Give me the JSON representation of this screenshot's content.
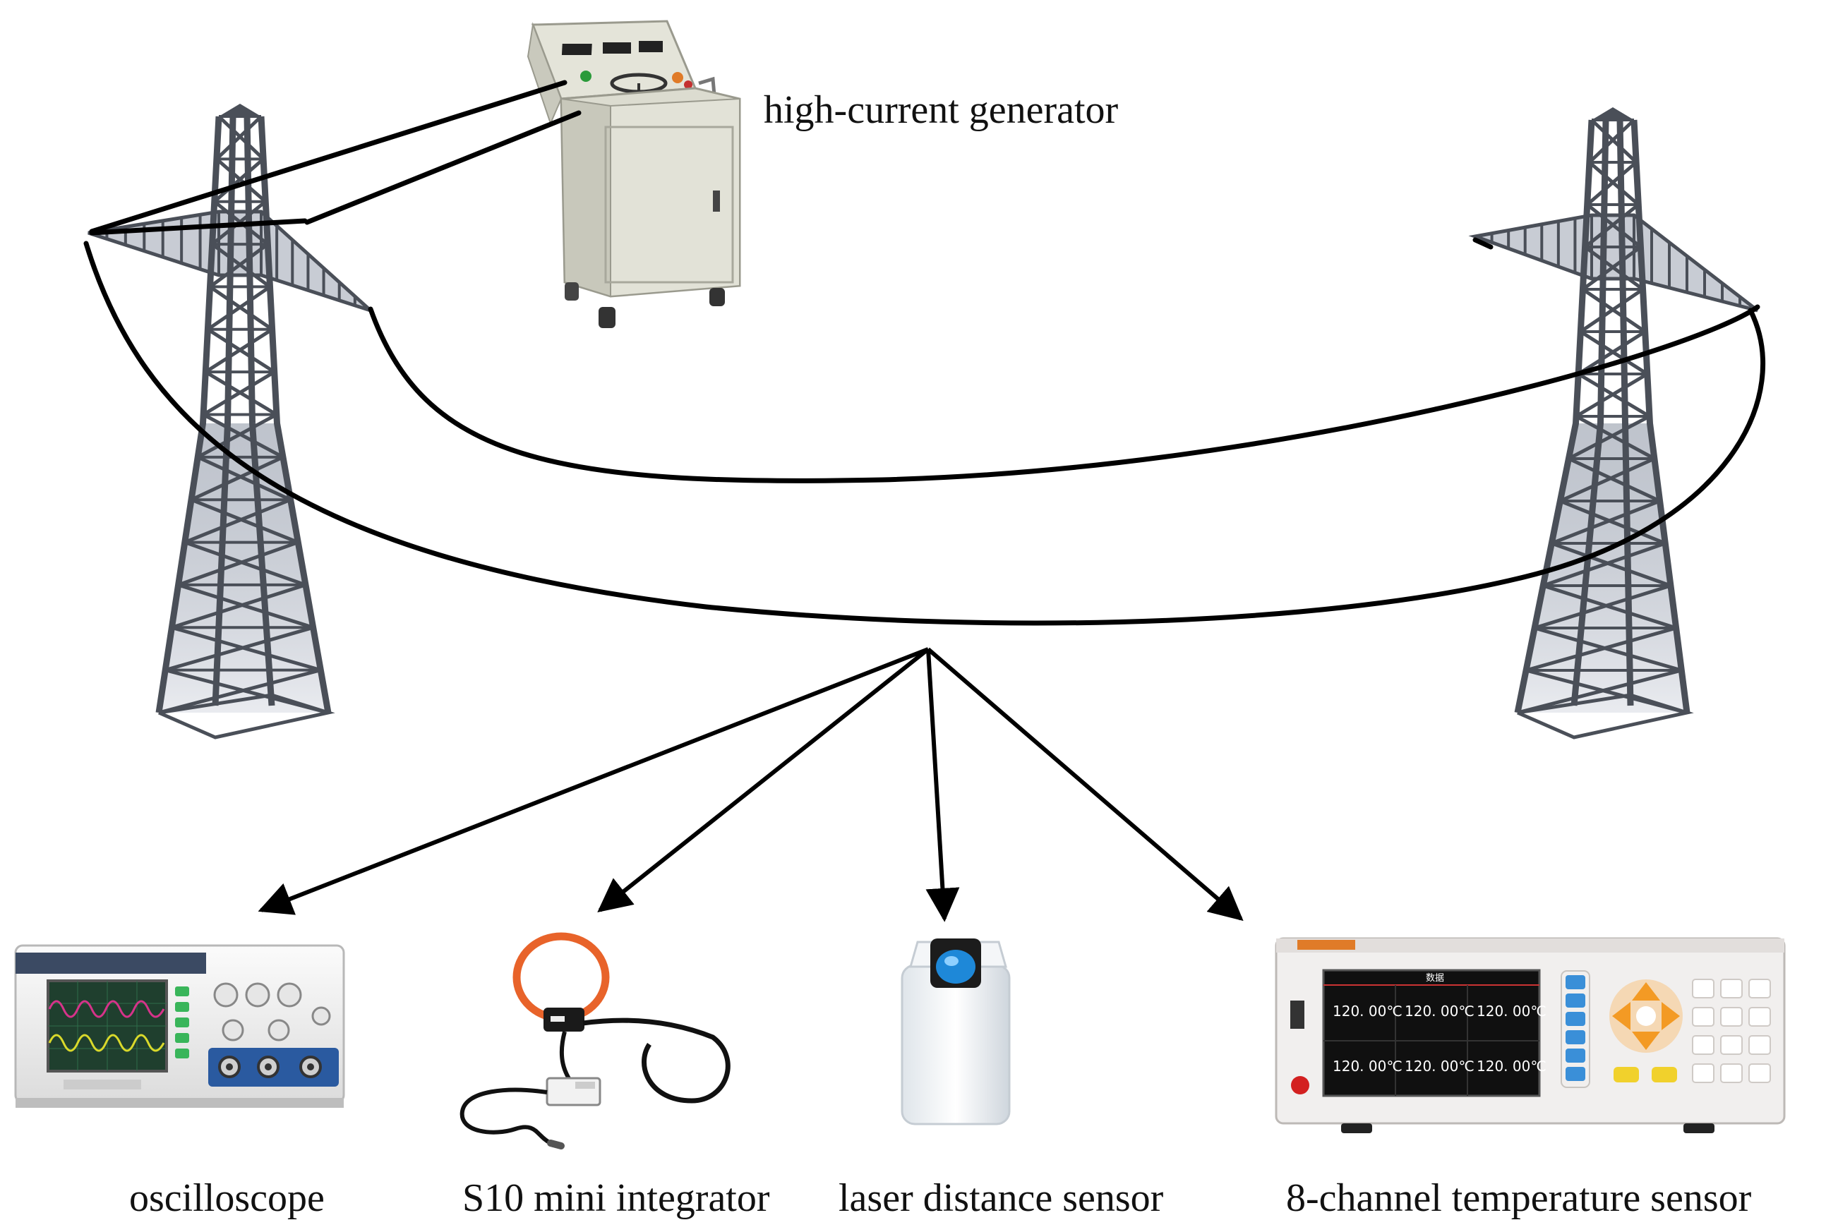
{
  "labels": {
    "generator": "high-current generator",
    "oscilloscope": "oscilloscope",
    "integrator": "S10 mini integrator",
    "laser": "laser distance sensor",
    "temperature": "8-channel temperature sensor"
  },
  "temperature_readings": [
    "120. 00℃",
    "120. 00℃",
    "120. 00℃",
    "120. 00℃",
    "120. 00℃",
    "120. 00℃"
  ],
  "temperature_screen_title": "数据",
  "colors": {
    "tower": "#4a4f58",
    "tower_panel": "#9aa3b1",
    "cable": "#000000",
    "generator_body": "#e3e3d8",
    "rogowski_coil": "#e8632a",
    "laser_lens": "#1e88d8",
    "keypad_nav": "#f39a24",
    "key_blue": "#3a8fd8",
    "screen_trace_1": "#d6338a",
    "screen_trace_2": "#d9d92b"
  }
}
